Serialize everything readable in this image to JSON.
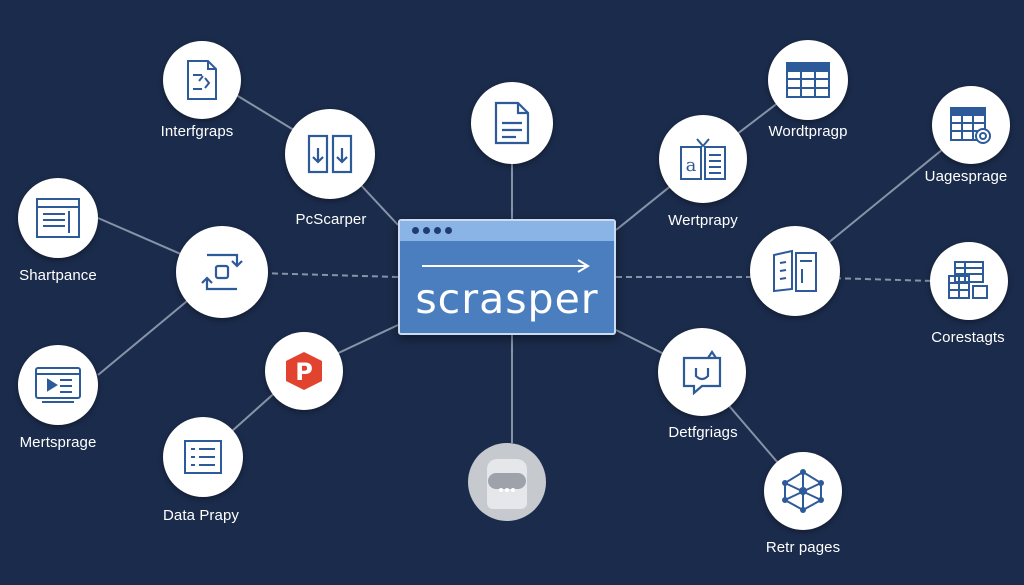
{
  "colors": {
    "background": "#1b2b4b",
    "node": "#ffffff",
    "icon": "#2d5b9a",
    "edge": "#8693a8",
    "hub": "#4a7ebf",
    "hub_bar": "#8ab4e6",
    "accent_red": "#e2432f",
    "placeholder_node": "#c6c9ce"
  },
  "hub": {
    "title": "scrasper",
    "icon": "browser-window"
  },
  "nodes": [
    {
      "id": "interfgraps",
      "label": "Interfgraps",
      "icon": "document-edit-icon"
    },
    {
      "id": "pcscarper",
      "label": "PcScarper",
      "icon": "download-panels-icon"
    },
    {
      "id": "shartpance",
      "label": "Shartpance",
      "icon": "window-list-icon"
    },
    {
      "id": "sync",
      "label": "",
      "icon": "sync-arrows-icon"
    },
    {
      "id": "mertsprage",
      "label": "Mertsprage",
      "icon": "media-window-icon"
    },
    {
      "id": "red-p",
      "label": "",
      "icon": "red-p-logo-icon"
    },
    {
      "id": "data-prapy",
      "label": "Data Prapy",
      "icon": "list-document-icon"
    },
    {
      "id": "top-doc",
      "label": "",
      "icon": "document-icon"
    },
    {
      "id": "wordtpragp",
      "label": "Wordtpragp",
      "icon": "table-grid-icon"
    },
    {
      "id": "wertprapy",
      "label": "Wertprapy",
      "icon": "open-book-icon"
    },
    {
      "id": "uagesprage",
      "label": "Uagesprage",
      "icon": "calendar-gear-icon"
    },
    {
      "id": "book-panel",
      "label": "",
      "icon": "book-panel-icon"
    },
    {
      "id": "corestagts",
      "label": "Corestagts",
      "icon": "data-stack-icon"
    },
    {
      "id": "detfgriags",
      "label": "Detfgriags",
      "icon": "chat-bubble-icon"
    },
    {
      "id": "retr-pages",
      "label": "Retr pages",
      "icon": "network-hub-icon"
    },
    {
      "id": "bottom-bot",
      "label": "",
      "icon": "chat-bot-icon"
    }
  ]
}
